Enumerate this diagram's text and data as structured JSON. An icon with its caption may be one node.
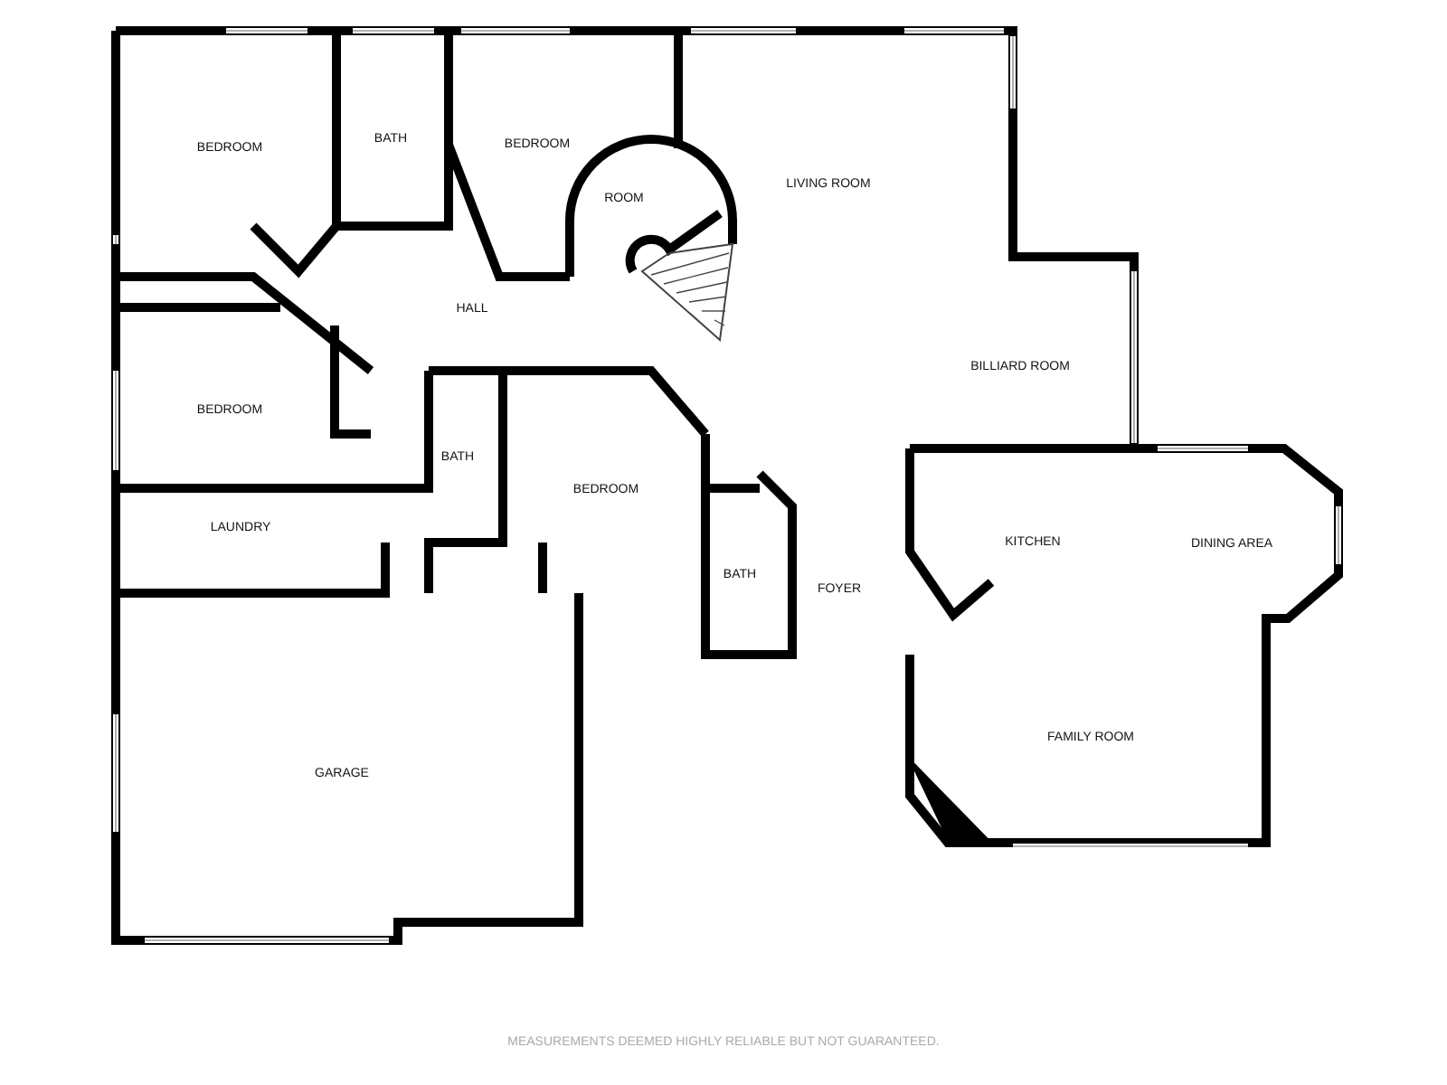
{
  "diagram": {
    "caption": "MEASUREMENTS DEEMED HIGHLY RELIABLE BUT NOT GUARANTEED.",
    "nodes": [
      {
        "text": [
          "BEDROOM"
        ]
      },
      {
        "text": [
          "BATH"
        ]
      },
      {
        "text": [
          "BEDROOM"
        ]
      },
      {
        "text": [
          "ROOM"
        ]
      },
      {
        "text": [
          "LIVING ROOM"
        ]
      },
      {
        "text": [
          "HALL"
        ]
      },
      {
        "text": [
          "BEDROOM"
        ]
      },
      {
        "text": [
          "BILLIARD ROOM"
        ]
      },
      {
        "text": [
          "BATH"
        ]
      },
      {
        "text": [
          "BEDROOM"
        ]
      },
      {
        "text": [
          "LAUNDRY"
        ]
      },
      {
        "text": [
          "KITCHEN"
        ]
      },
      {
        "text": [
          "DINING AREA"
        ]
      },
      {
        "text": [
          "BATH"
        ]
      },
      {
        "text": [
          "FOYER"
        ]
      },
      {
        "text": [
          "GARAGE"
        ]
      },
      {
        "text": [
          "FAMILY ROOM"
        ]
      }
    ],
    "edges": []
  }
}
